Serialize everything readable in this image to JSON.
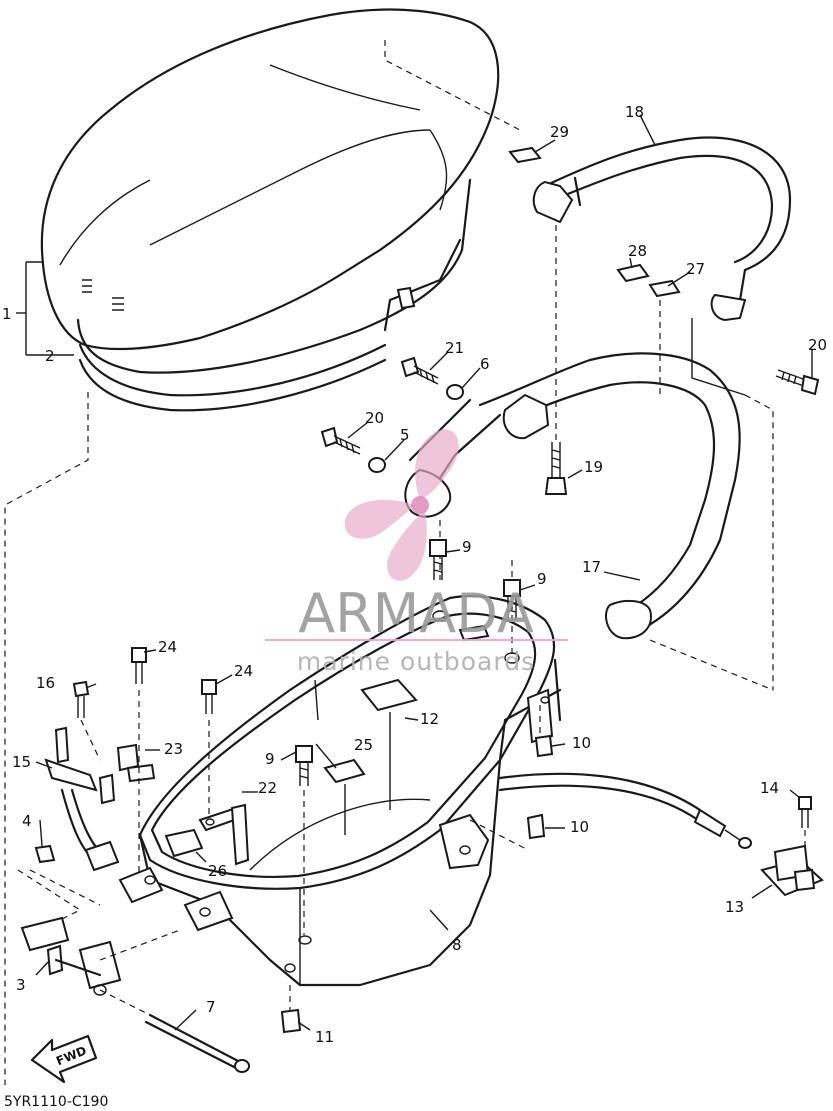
{
  "callouts": [
    "1",
    "2",
    "3",
    "4",
    "5",
    "6",
    "7",
    "8",
    "9",
    "9",
    "9",
    "10",
    "10",
    "11",
    "12",
    "13",
    "14",
    "15",
    "16",
    "17",
    "18",
    "19",
    "20",
    "20",
    "21",
    "22",
    "23",
    "24",
    "24",
    "25",
    "26",
    "27",
    "28",
    "29"
  ],
  "watermark": {
    "brand": "ARMADA",
    "tagline": "marine outboards"
  },
  "fwd_label": "FWD",
  "diagram_code": "5YR1110-C190",
  "colors": {
    "ink": "#1a1a1a",
    "watermark_gray": "#9a9a9a",
    "watermark_pink": "#e7a9c8"
  }
}
